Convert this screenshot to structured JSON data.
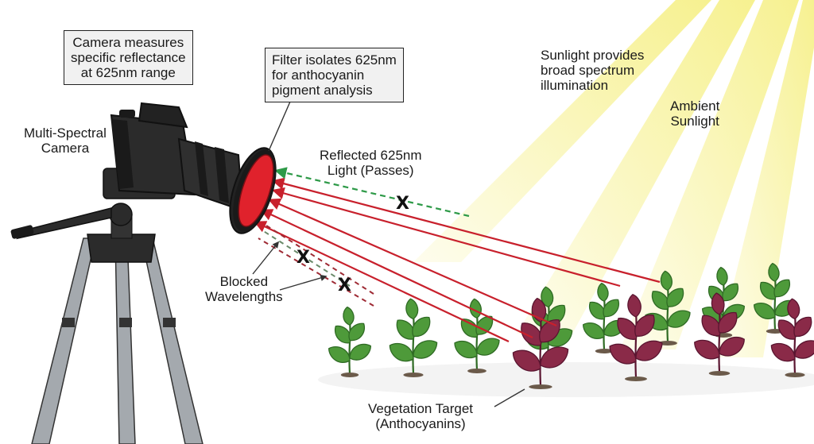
{
  "labels": {
    "camera_box": [
      "Camera measures",
      "specific reflectance",
      "at 625nm range"
    ],
    "filter_box": [
      "Filter isolates 625nm",
      "for anthocyanin",
      "pigment analysis"
    ],
    "camera": [
      "Multi-Spectral",
      "Camera"
    ],
    "sunlight_provides": [
      "Sunlight provides",
      "broad spectrum",
      "illumination"
    ],
    "ambient": [
      "Ambient",
      "Sunlight"
    ],
    "reflected": [
      "Reflected 625nm",
      "Light (Passes)"
    ],
    "blocked": [
      "Blocked",
      "Wavelengths"
    ],
    "vegetation": [
      "Vegetation Target",
      "(Anthocyanins)"
    ],
    "x_mark": "X"
  },
  "colors": {
    "sun_beam": "#f6f08a",
    "reflected_red": "#c8202c",
    "passing_green": "#2e9a48",
    "blocked_dark_red": "#9e2a34",
    "green_leaf": "#4e9a3a",
    "green_leaf_dark": "#2f6b24",
    "purple_leaf": "#8a2a48",
    "purple_leaf_dark": "#5a1530",
    "filter_red": "#e0222c",
    "camera_body": "#2b2b2b",
    "tripod_gray": "#9aa0a6"
  }
}
